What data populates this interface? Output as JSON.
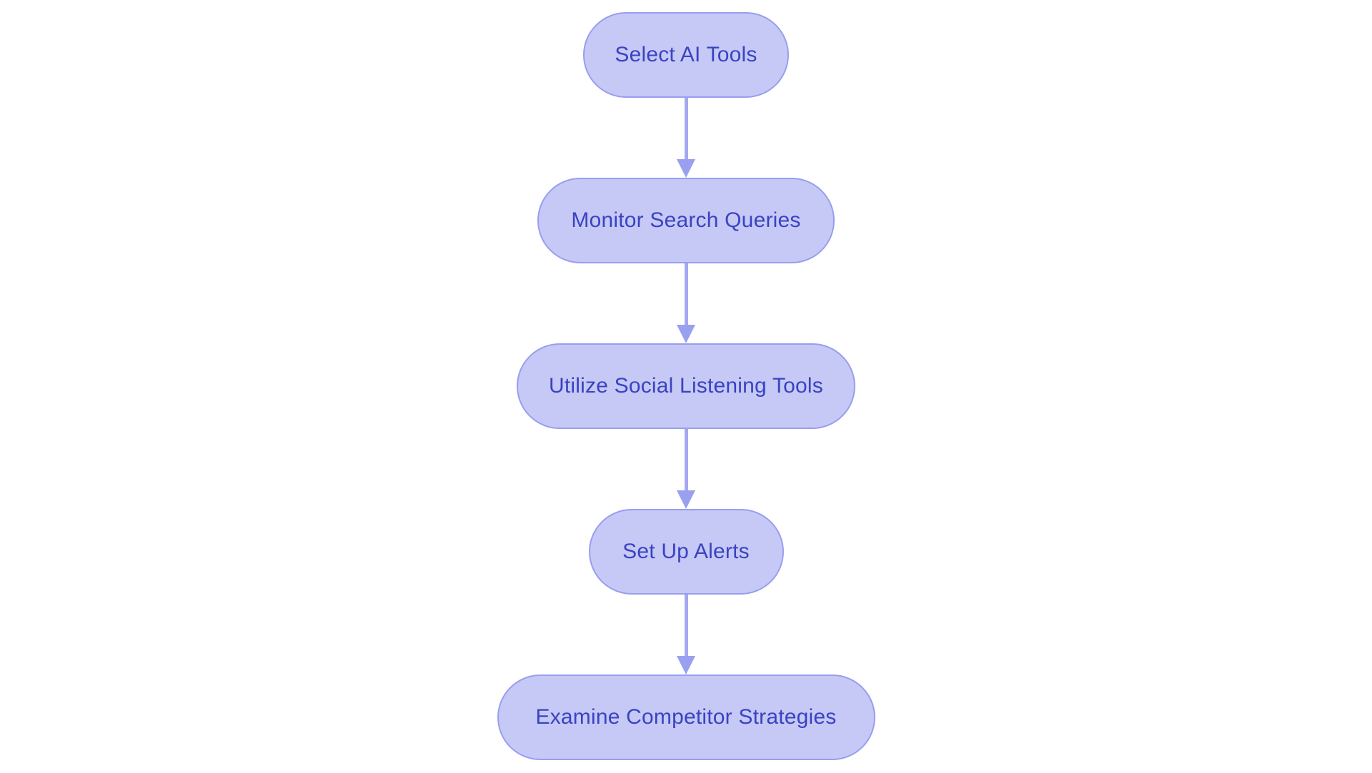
{
  "diagram": {
    "type": "flowchart",
    "direction": "top-down",
    "background": "#ffffff",
    "colors": {
      "node_fill": "#c6c9f5",
      "node_border": "#989eef",
      "node_text": "#3a43c2",
      "arrow": "#99a0f0"
    },
    "nodes": [
      {
        "id": "n1",
        "label": "Select AI Tools"
      },
      {
        "id": "n2",
        "label": "Monitor Search Queries"
      },
      {
        "id": "n3",
        "label": "Utilize Social Listening Tools"
      },
      {
        "id": "n4",
        "label": "Set Up Alerts"
      },
      {
        "id": "n5",
        "label": "Examine Competitor Strategies"
      }
    ],
    "edges": [
      {
        "from": "n1",
        "to": "n2"
      },
      {
        "from": "n2",
        "to": "n3"
      },
      {
        "from": "n3",
        "to": "n4"
      },
      {
        "from": "n4",
        "to": "n5"
      }
    ]
  }
}
